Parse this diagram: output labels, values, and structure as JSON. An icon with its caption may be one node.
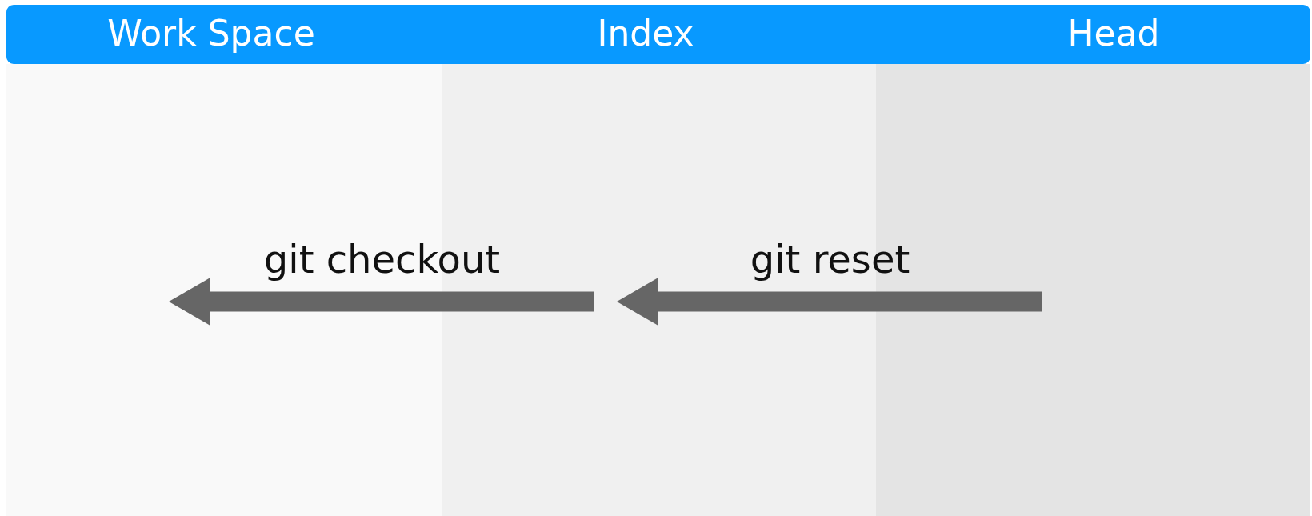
{
  "diagram": {
    "nodes": [
      {
        "text": [
          "Work Space"
        ]
      },
      {
        "text": [
          "Index"
        ]
      },
      {
        "text": [
          "Head"
        ]
      }
    ],
    "edges": [
      {
        "from": 1,
        "to": 0,
        "arrow": "to",
        "label": "git checkout"
      },
      {
        "from": 2,
        "to": 1,
        "arrow": "to",
        "label": "git reset"
      }
    ]
  }
}
